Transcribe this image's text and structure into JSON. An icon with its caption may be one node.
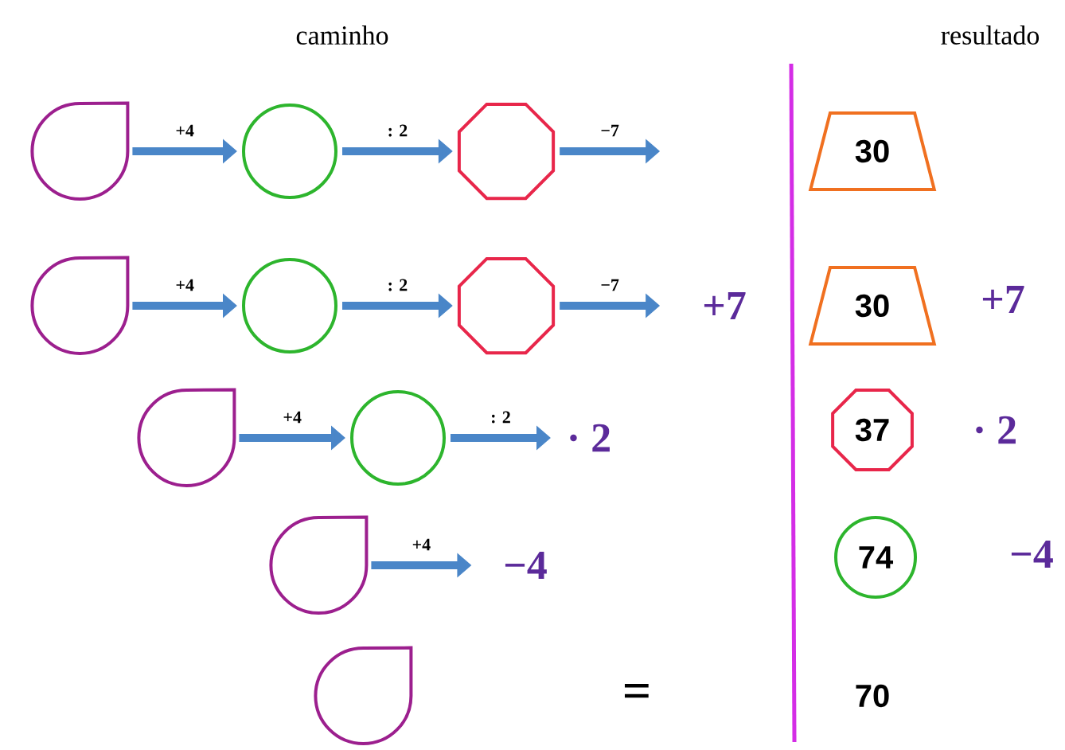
{
  "diagram": {
    "nodes": [
      {
        "text": [],
        "shape": "drop"
      },
      {
        "text": [],
        "shape": "circle"
      },
      {
        "text": [],
        "shape": "octagon"
      },
      {
        "text": [],
        "shape": "drop"
      },
      {
        "text": [],
        "shape": "circle"
      },
      {
        "text": [],
        "shape": "octagon"
      },
      {
        "text": [],
        "shape": "drop"
      },
      {
        "text": [],
        "shape": "circle"
      },
      {
        "text": [],
        "shape": "drop"
      },
      {
        "text": [],
        "shape": "drop"
      },
      {
        "text": [
          "30"
        ]
      },
      {
        "text": [
          "30"
        ]
      },
      {
        "text": [
          "37"
        ]
      },
      {
        "text": [
          "74"
        ]
      }
    ],
    "edges": [
      {
        "from": 0,
        "to": 1,
        "arrow": "to",
        "label": "+4"
      },
      {
        "from": 1,
        "to": 2,
        "arrow": "to",
        "label": ": 2"
      },
      {
        "from": 2,
        "to": null,
        "arrow": "to",
        "label": "−7"
      },
      {
        "from": 3,
        "to": 4,
        "arrow": "to",
        "label": "+4"
      },
      {
        "from": 4,
        "to": 5,
        "arrow": "to",
        "label": ": 2"
      },
      {
        "from": 5,
        "to": null,
        "arrow": "to",
        "label": "−7"
      },
      {
        "from": 6,
        "to": 7,
        "arrow": "to",
        "label": "+4"
      },
      {
        "from": 7,
        "to": null,
        "arrow": "to",
        "label": ": 2"
      },
      {
        "from": 8,
        "to": null,
        "arrow": "to",
        "label": "+4"
      }
    ],
    "labels": [
      "caminho",
      "resultado",
      "+7",
      "+7",
      "· 2",
      "· 2",
      "−4",
      "−4",
      "=",
      "70"
    ]
  }
}
